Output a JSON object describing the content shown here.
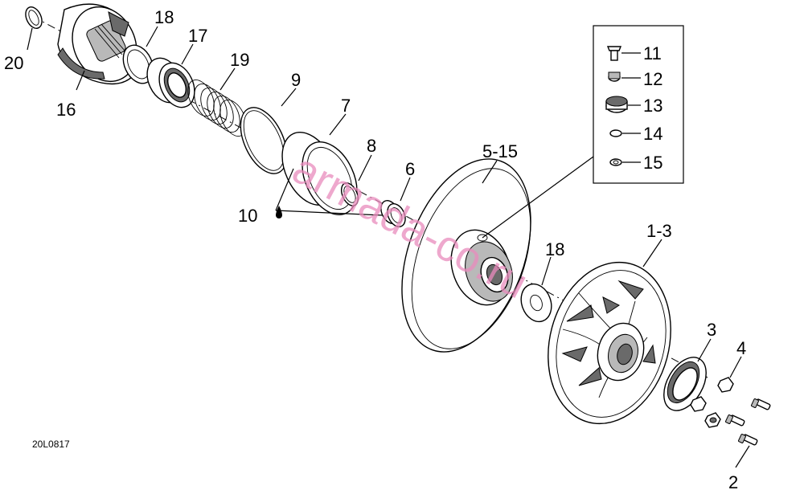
{
  "diagram": {
    "drawing_code": "20L0817",
    "watermark": "armada-co.ru",
    "callouts": [
      "20",
      "16",
      "18",
      "17",
      "19",
      "9",
      "7",
      "8",
      "6",
      "10",
      "5-15",
      "11",
      "12",
      "13",
      "14",
      "15",
      "18",
      "1-3",
      "3",
      "4",
      "2"
    ]
  }
}
